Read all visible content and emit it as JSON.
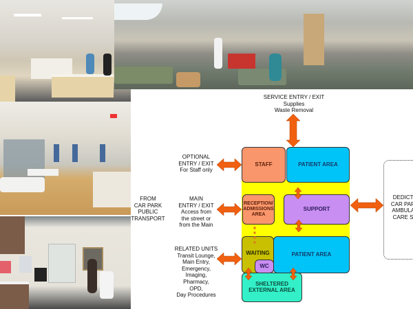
{
  "photos": [
    {
      "name": "reception-desk-photo"
    },
    {
      "name": "waiting-lounge-photo"
    },
    {
      "name": "treatment-bay-photo"
    },
    {
      "name": "consult-room-photo"
    }
  ],
  "diagram": {
    "service_entry": {
      "title": "SERVICE ENTRY / EXIT",
      "line1": "Supplies",
      "line2": "Waste Removal"
    },
    "optional_entry": {
      "line1": "OPTIONAL",
      "line2": "ENTRY / EXIT",
      "line3": "For Staff only"
    },
    "from_car_park": {
      "line1": "FROM",
      "line2": "CAR PARK",
      "line3": "PUBLIC",
      "line4": "TRANSPORT"
    },
    "main_entry": {
      "line1": "MAIN",
      "line2": "ENTRY / EXIT",
      "line3": "Access from",
      "line4": "the street or",
      "line5": "from the Main"
    },
    "related_units": {
      "title": "RELATED UNITS",
      "items": [
        "Transit Lounge,",
        "Main Entry,",
        "Emergency,",
        "Imaging,",
        "Pharmacy,",
        "OPD,",
        "Day Procedures"
      ]
    },
    "dedicated": {
      "line1": "DEDICTA",
      "line2": "CAR PARK",
      "line3": "AMBULAT",
      "line4": "CARE ST"
    },
    "zones": {
      "staff": "STAFF",
      "patient_area_top": "PATIENT AREA",
      "reception": "RECEPTION/ ADMISSIONS AREA",
      "support": "SUPPORT",
      "waiting": "WAITING",
      "wc": "WC",
      "patient_area_bottom": "PATIENT AREA",
      "sheltered": "SHELTERED EXTERNAL AREA"
    },
    "colors": {
      "circulation": "#ffff00",
      "staff": "#f9966b",
      "patient": "#00c4f7",
      "support": "#c98ef2",
      "waiting": "#c8c000",
      "sheltered": "#33f0c8",
      "arrow": "#f06010"
    }
  }
}
